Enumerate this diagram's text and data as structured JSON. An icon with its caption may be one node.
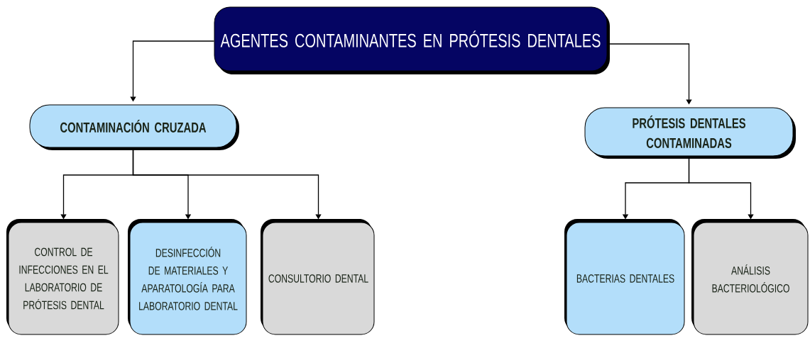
{
  "diagram": {
    "nodes": [
      {
        "text": [
          "AGENTES CONTAMINANTES EN PRÓTESIS DENTALES"
        ]
      },
      {
        "text": [
          "CONTAMINACIÓN CRUZADA"
        ]
      },
      {
        "text": [
          "PRÓTESIS DENTALES CONTAMINADAS"
        ]
      },
      {
        "text": [
          "CONTROL DE INFECCIONES EN EL LABORATORIO DE PRÓTESIS DENTAL"
        ]
      },
      {
        "text": [
          "DESINFECCIÓN DE MATERIALES Y APARATOLOGÍA PARA LABORATORIO DENTAL"
        ]
      },
      {
        "text": [
          "CONSULTORIO DENTAL"
        ]
      },
      {
        "text": [
          "BACTERIAS DENTALES"
        ]
      },
      {
        "text": [
          "ANÁLISIS BACTERIOLÓGICO"
        ]
      }
    ],
    "edges": [
      {
        "from": 0,
        "to": 1,
        "arrow": "to"
      },
      {
        "from": 0,
        "to": 2,
        "arrow": "to"
      },
      {
        "from": 1,
        "to": 3,
        "arrow": "to"
      },
      {
        "from": 1,
        "to": 4,
        "arrow": "to"
      },
      {
        "from": 1,
        "to": 5,
        "arrow": "to"
      },
      {
        "from": 2,
        "to": 6,
        "arrow": "to"
      },
      {
        "from": 2,
        "to": 7,
        "arrow": "to"
      }
    ]
  }
}
